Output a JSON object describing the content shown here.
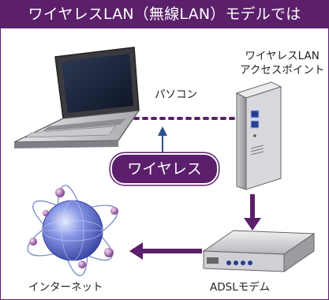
{
  "title": "ワイヤレスLAN（無線LAN）モデルでは",
  "labels": {
    "pc": "パソコン",
    "access_point_line1": "ワイヤレスLAN",
    "access_point_line2": "アクセスポイント",
    "internet": "インターネット",
    "modem": "ADSLモデム",
    "wireless": "ワイヤレス"
  },
  "colors": {
    "accent": "#5b1f6b",
    "arrow_blue": "#2b4f8f",
    "globe": "#5566c8"
  },
  "icons": [
    "laptop-icon",
    "access-point-icon",
    "adsl-modem-icon",
    "globe-icon"
  ]
}
